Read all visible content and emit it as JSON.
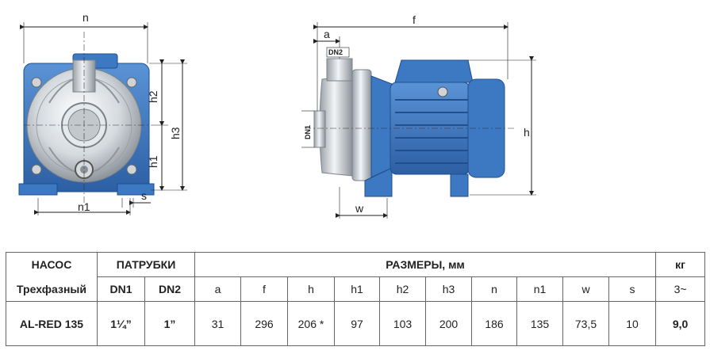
{
  "dimensions": {
    "n": "n",
    "h2": "h2",
    "h3": "h3",
    "h1": "h1",
    "n1": "n1",
    "s": "s",
    "a": "a",
    "f": "f",
    "DN2": "DN2",
    "DN1": "DN1",
    "h": "h",
    "w": "w"
  },
  "table": {
    "pump_header": "НАСОС",
    "pump_sub": "Трехфазный",
    "ports_header": "ПАТРУБКИ",
    "dn1_header": "DN1",
    "dn2_header": "DN2",
    "sizes_header": "РАЗМЕРЫ, мм",
    "weight_header": "кг",
    "weight_sub": "3~",
    "columns": [
      "a",
      "f",
      "h",
      "h1",
      "h2",
      "h3",
      "n",
      "n1",
      "w",
      "s"
    ],
    "row": {
      "model": "AL-RED 135",
      "dn1": "1¼”",
      "dn2": "1”",
      "values": [
        "31",
        "296",
        "206 *",
        "97",
        "103",
        "200",
        "186",
        "135",
        "73,5",
        "10"
      ],
      "weight": "9,0"
    }
  },
  "colors": {
    "pump_blue": "#3d78c3",
    "pump_dark": "#1f4f8c",
    "steel": "#c9ced4"
  }
}
